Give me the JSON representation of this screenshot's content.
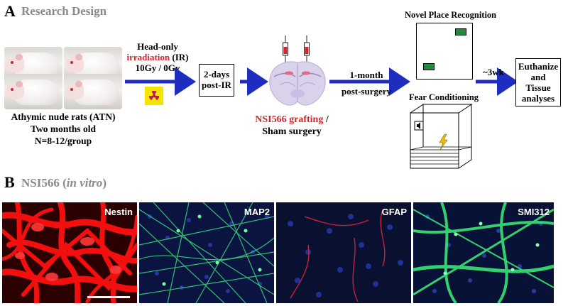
{
  "panelA": {
    "letter": "A",
    "title": "Research Design",
    "subjects": {
      "line1": "Athymic nude rats (ATN)",
      "line2": "Two months old",
      "line3": "N=8-12/group"
    },
    "irradiation": {
      "line1": "Head-only",
      "line2_red": "irradiation",
      "line2_rest": " (IR)",
      "line3": "10Gy / 0Gy"
    },
    "post_ir_box": {
      "line1": "2-days",
      "line2": "post-IR"
    },
    "grafting": {
      "red": "NSI566 grafting",
      "rest": " /",
      "line2": "Sham surgery"
    },
    "post_surgery": {
      "line1": "1-month",
      "line2": "post-surgery"
    },
    "npr_title": "Novel Place Recognition",
    "fear_title": "Fear Conditioning",
    "wait": "~3wk",
    "final_box": {
      "line1": "Euthanize",
      "line2": "and",
      "line3": "Tissue",
      "line4": "analyses"
    },
    "colors": {
      "arrow": "#1f2dbf",
      "red": "#d8232a",
      "object": "#1f8a3a",
      "radiation": "#f5e300"
    }
  },
  "panelB": {
    "letter": "B",
    "title_main": "NSI566 (",
    "title_italic": "in vitro",
    "title_end": ")",
    "images": [
      {
        "label": "Nestin"
      },
      {
        "label": "MAP2"
      },
      {
        "label": "GFAP"
      },
      {
        "label": "SMI312"
      }
    ]
  }
}
